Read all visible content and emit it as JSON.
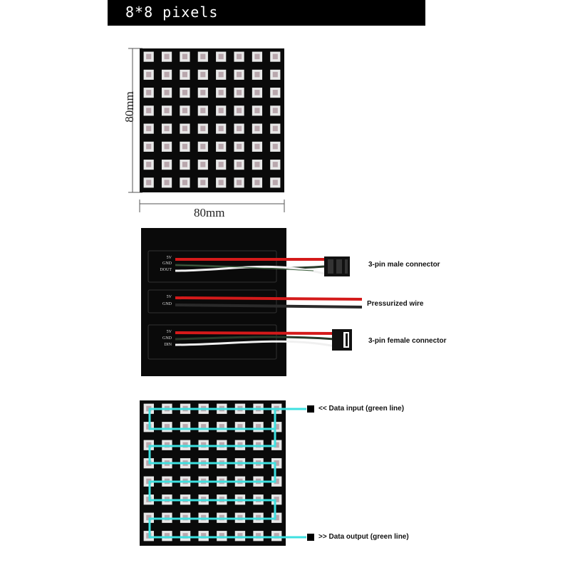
{
  "title": "8*8 pixels",
  "dimensions": {
    "height": "80mm",
    "width": "80mm"
  },
  "matrix": {
    "rows": 8,
    "cols": 8
  },
  "wires": [
    {
      "pins": [
        "5V",
        "GND",
        "DOUT"
      ],
      "label": "3-pin male connector"
    },
    {
      "pins": [
        "5V",
        "GND"
      ],
      "label": "Pressurized wire"
    },
    {
      "pins": [
        "5V",
        "GND",
        "DIN"
      ],
      "label": "3-pin female connector"
    }
  ],
  "data_path": {
    "input": {
      "arrow": "<<",
      "label": "Data input (green line)"
    },
    "output": {
      "arrow": ">>",
      "label": "Data output (green line)"
    }
  },
  "colors": {
    "board": "#0a0a0a",
    "led": "#e8e8e8",
    "wire_red": "#d41a1a",
    "wire_green": "#2a3a2a",
    "wire_white": "#f0f0f0",
    "data_line": "#3fe0e0"
  }
}
